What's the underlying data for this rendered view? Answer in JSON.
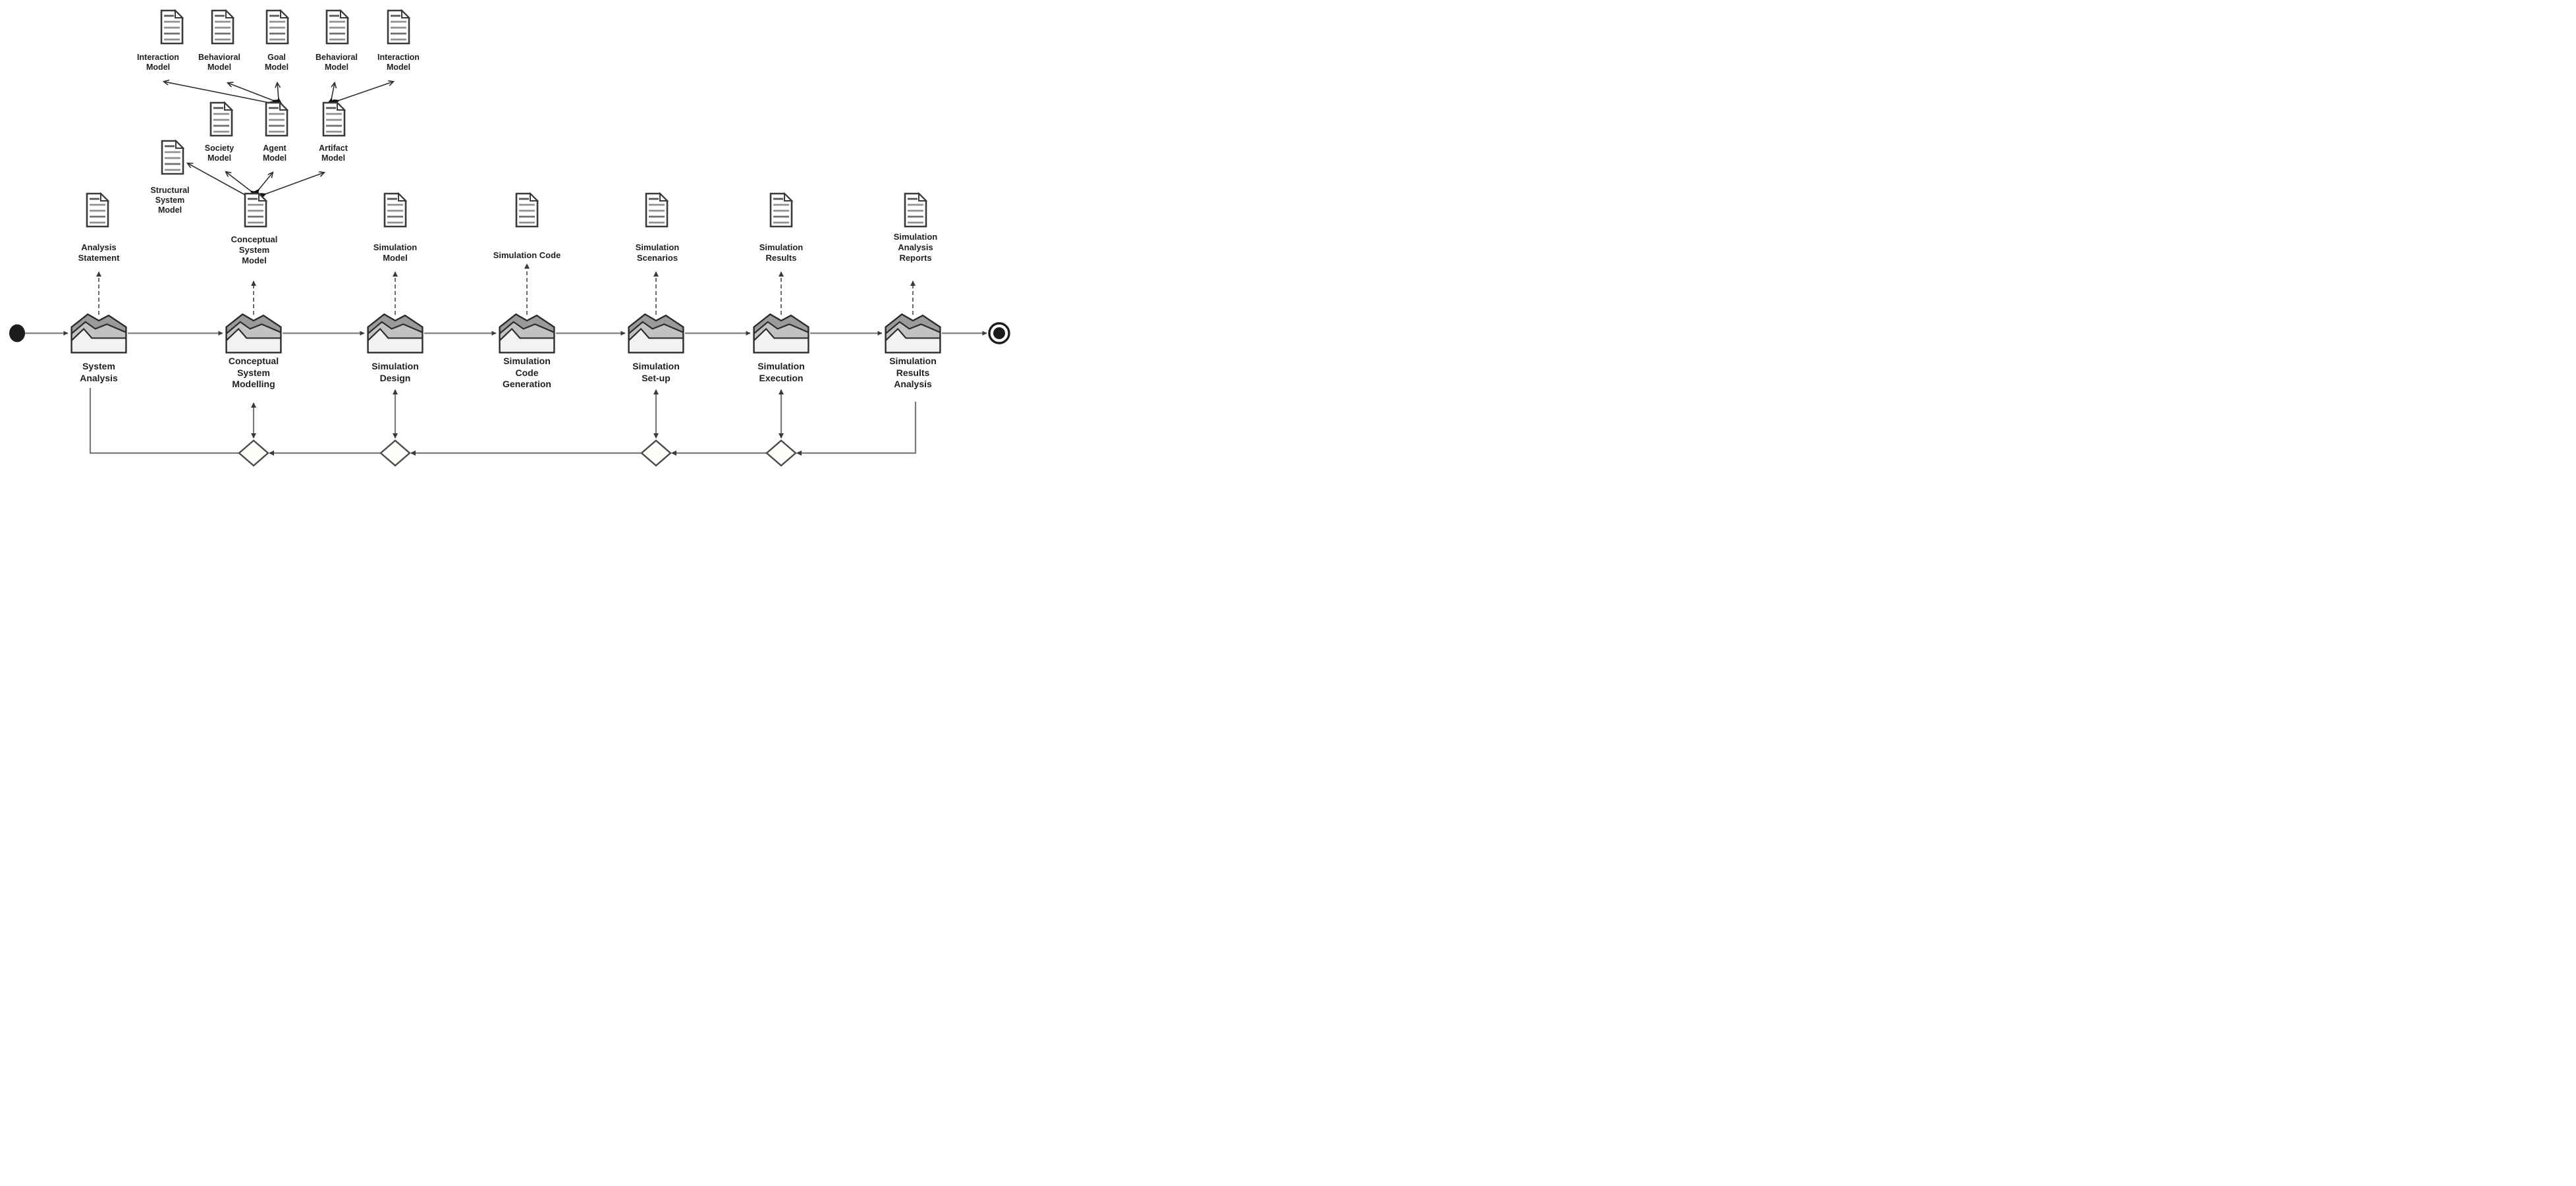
{
  "diagram_type": "simulation-development-process-flow",
  "colors": {
    "background": "#ffffff",
    "outline": "#2b2b2b",
    "flow_line": "#8a8a8a",
    "doc_line": "#8f8f8f",
    "activity_dark_band": "#9a9a9a",
    "activity_mid_band": "#c2c2c2",
    "activity_light_band": "#f2f2f0",
    "label_text": "#1f1f1f"
  },
  "top_models": [
    {
      "lines": [
        "Interaction",
        "Model"
      ]
    },
    {
      "lines": [
        "Behavioral",
        "Model"
      ]
    },
    {
      "lines": [
        "Goal",
        "Model"
      ]
    },
    {
      "lines": [
        "Behavioral",
        "Model"
      ]
    },
    {
      "lines": [
        "Interaction",
        "Model"
      ]
    }
  ],
  "sub_models": [
    {
      "lines": [
        "Society",
        "Model"
      ]
    },
    {
      "lines": [
        "Agent",
        "Model"
      ]
    },
    {
      "lines": [
        "Artifact",
        "Model"
      ]
    }
  ],
  "structural_model": {
    "lines": [
      "Structural",
      "System",
      "Model"
    ]
  },
  "conceptual_model": {
    "lines": [
      "Conceptual",
      "System",
      "Model"
    ]
  },
  "work_products": [
    {
      "lines": [
        "Analysis",
        "Statement"
      ]
    },
    {
      "lines": [
        "Simulation",
        "Model"
      ]
    },
    {
      "lines": [
        "Simulation Code"
      ]
    },
    {
      "lines": [
        "Simulation",
        "Scenarios"
      ]
    },
    {
      "lines": [
        "Simulation",
        "Results"
      ]
    },
    {
      "lines": [
        "Simulation",
        "Analysis",
        "Reports"
      ]
    }
  ],
  "activities": [
    {
      "lines": [
        "System",
        "Analysis"
      ]
    },
    {
      "lines": [
        "Conceptual",
        "System",
        "Modelling"
      ]
    },
    {
      "lines": [
        "Simulation",
        "Design"
      ]
    },
    {
      "lines": [
        "Simulation",
        "Code",
        "Generation"
      ]
    },
    {
      "lines": [
        "Simulation",
        "Set-up"
      ]
    },
    {
      "lines": [
        "Simulation",
        "Execution"
      ]
    },
    {
      "lines": [
        "Simulation",
        "Results",
        "Analysis"
      ]
    }
  ]
}
